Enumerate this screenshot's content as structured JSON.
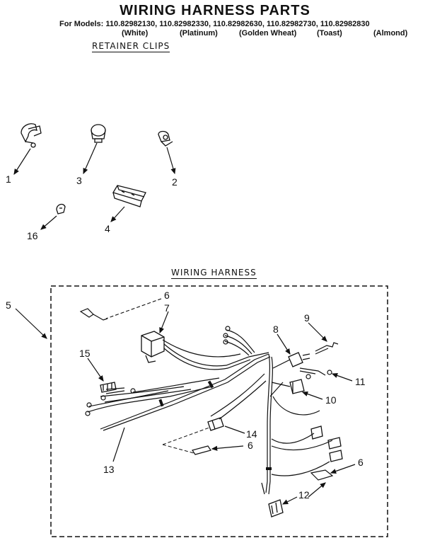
{
  "title": "WIRING HARNESS PARTS",
  "models_label": "For Models:",
  "models": [
    {
      "number": "110.82982130,",
      "color": "(White)"
    },
    {
      "number": "110.82982330,",
      "color": "(Platinum)"
    },
    {
      "number": "110.82982630,",
      "color": "(Golden Wheat)"
    },
    {
      "number": "110.82982730,",
      "color": "(Toast)"
    },
    {
      "number": "110.82982830",
      "color": "(Almond)"
    }
  ],
  "sections": {
    "retainer_clips": "RETAINER CLIPS",
    "wiring_harness": "WIRING HARNESS"
  },
  "callouts": {
    "c1": "1",
    "c2": "2",
    "c3": "3",
    "c4": "4",
    "c16": "16",
    "c5": "5",
    "c6a": "6",
    "c7": "7",
    "c8": "8",
    "c9": "9",
    "c10": "10",
    "c11": "11",
    "c12": "12",
    "c13": "13",
    "c14": "14",
    "c15": "15",
    "c6b": "6",
    "c6c": "6"
  }
}
